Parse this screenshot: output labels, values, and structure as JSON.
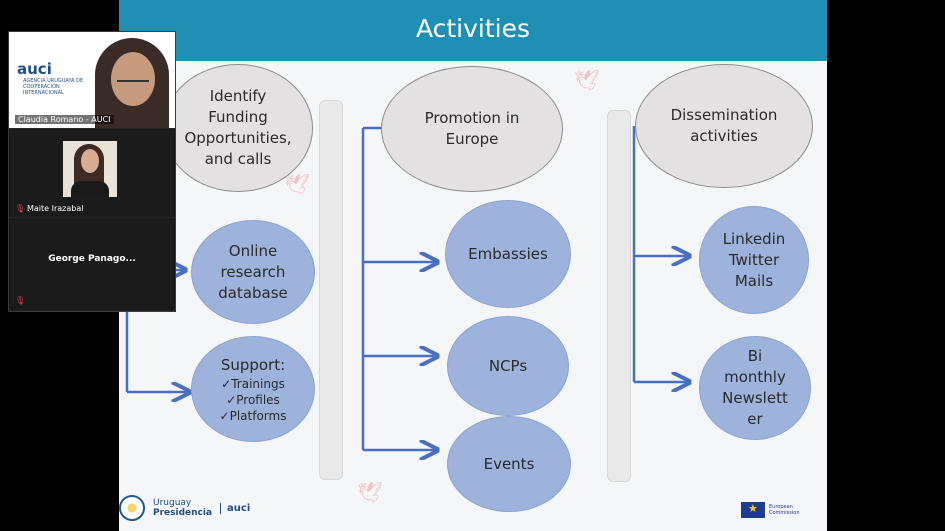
{
  "slide": {
    "title": "Activities",
    "nodes": {
      "identify": [
        "Identify",
        "Funding",
        "Opportunities,",
        "and calls"
      ],
      "online": [
        "Online",
        "research",
        "database"
      ],
      "support_title": "Support:",
      "support_items": [
        "✓Trainings",
        "✓Profiles",
        "✓Platforms"
      ],
      "promotion": [
        "Promotion in",
        "Europe"
      ],
      "embassies": "Embassies",
      "ncps": "NCPs",
      "events": "Events",
      "dissemination": [
        "Dissemination",
        "activities"
      ],
      "social": [
        "Linkedin",
        "Twitter",
        "Mails"
      ],
      "newsletter": [
        "Bi",
        "monthly",
        "Newslett",
        "er"
      ]
    },
    "footer": {
      "gov_line1": "Uruguay",
      "gov_line2": "Presidencia",
      "auci_mini": "auci",
      "ec_text": "European Commission"
    },
    "colors": {
      "header": "#1f8fb4",
      "node_blue": "#9db3dc",
      "node_grey": "#e4e1e2",
      "arrow": "#4a6fc0"
    }
  },
  "participants": [
    {
      "name": "Claudia Romano - AUCI",
      "logo": "auci",
      "logo_sub": "AGENCIA URUGUAYA DE COOPERACIÓN INTERNACIONAL"
    },
    {
      "name": "Maite Irazabal",
      "muted": true
    },
    {
      "name": "George Panago...",
      "muted": true
    }
  ],
  "icons": {
    "mic_off": "microphone-muted-icon",
    "bird": "bird-icon"
  }
}
